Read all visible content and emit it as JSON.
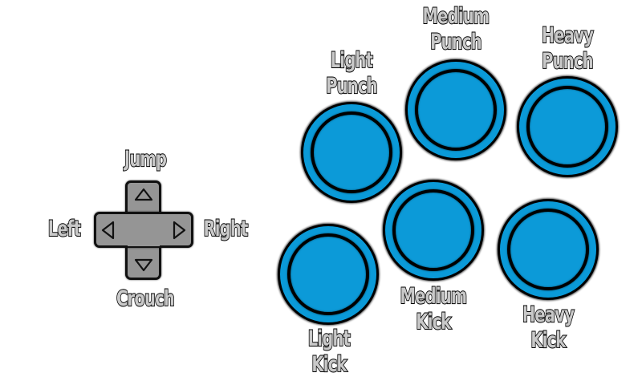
{
  "screen": "fighting-game-controls",
  "colors": {
    "button_fill": "#0a9ad8",
    "button_ring": "#000000",
    "dpad_fill": "#959595",
    "label_fill": "#c9c9c9",
    "background": "#ffffff"
  },
  "dpad": {
    "up_label": "Jump",
    "down_label": "Crouch",
    "left_label": "Left",
    "right_label": "Right",
    "icons": {
      "up": "triangle-up-outline",
      "down": "triangle-down-outline",
      "left": "triangle-left-outline",
      "right": "triangle-right-outline"
    }
  },
  "buttons": {
    "light_punch": {
      "line1": "Light",
      "line2": "Punch"
    },
    "medium_punch": {
      "line1": "Medium",
      "line2": "Punch"
    },
    "heavy_punch": {
      "line1": "Heavy",
      "line2": "Punch"
    },
    "light_kick": {
      "line1": "Light",
      "line2": "Kick"
    },
    "medium_kick": {
      "line1": "Medium",
      "line2": "Kick"
    },
    "heavy_kick": {
      "line1": "Heavy",
      "line2": "Kick"
    }
  }
}
